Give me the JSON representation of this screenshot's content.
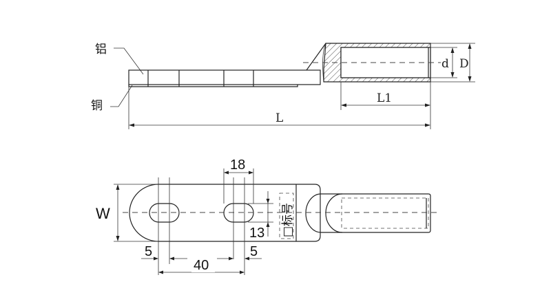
{
  "side_view": {
    "label_aluminum": "铝",
    "label_copper": "铜",
    "dim_inner_diameter": "d",
    "dim_outer_diameter": "D",
    "dim_barrel_length": "L1",
    "dim_total_length": "L"
  },
  "top_view": {
    "dim_width": "W",
    "dim_slot_length": "18",
    "dim_slot_width": "13",
    "dim_edge_left": "5",
    "dim_hole_spacing": "40",
    "dim_edge_right": "5",
    "marking_label": "□标号"
  },
  "colors": {
    "line": "#222222",
    "background": "#ffffff"
  }
}
